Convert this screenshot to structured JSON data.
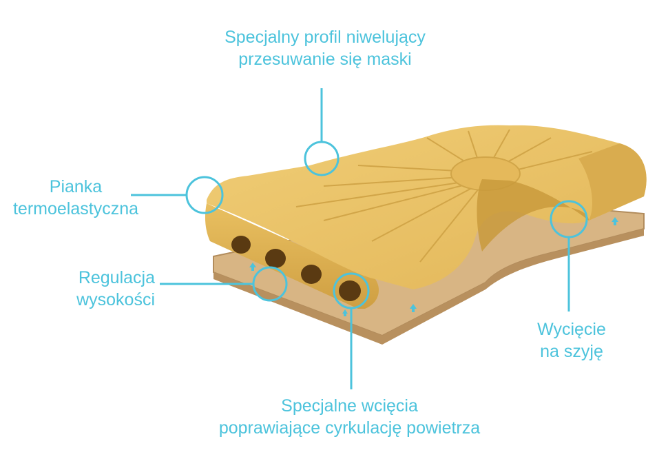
{
  "colors": {
    "accent": "#4cc3dc",
    "foam": "#e8bf62",
    "foam_shadow": "#c99a3c",
    "base": "#d8b584",
    "base_edge": "#b28c5c"
  },
  "labels": {
    "profile": {
      "line1": "Specjalny profil niwelujący",
      "line2": "przesuwanie się maski"
    },
    "foam": {
      "line1": "Pianka",
      "line2": "termoelastyczna"
    },
    "height": {
      "line1": "Regulacja",
      "line2": "wysokości"
    },
    "neck": {
      "line1": "Wycięcie",
      "line2": "na szyję"
    },
    "cuts": {
      "line1": "Specjalne wcięcia",
      "line2": "poprawiające cyrkulację powietrza"
    }
  }
}
